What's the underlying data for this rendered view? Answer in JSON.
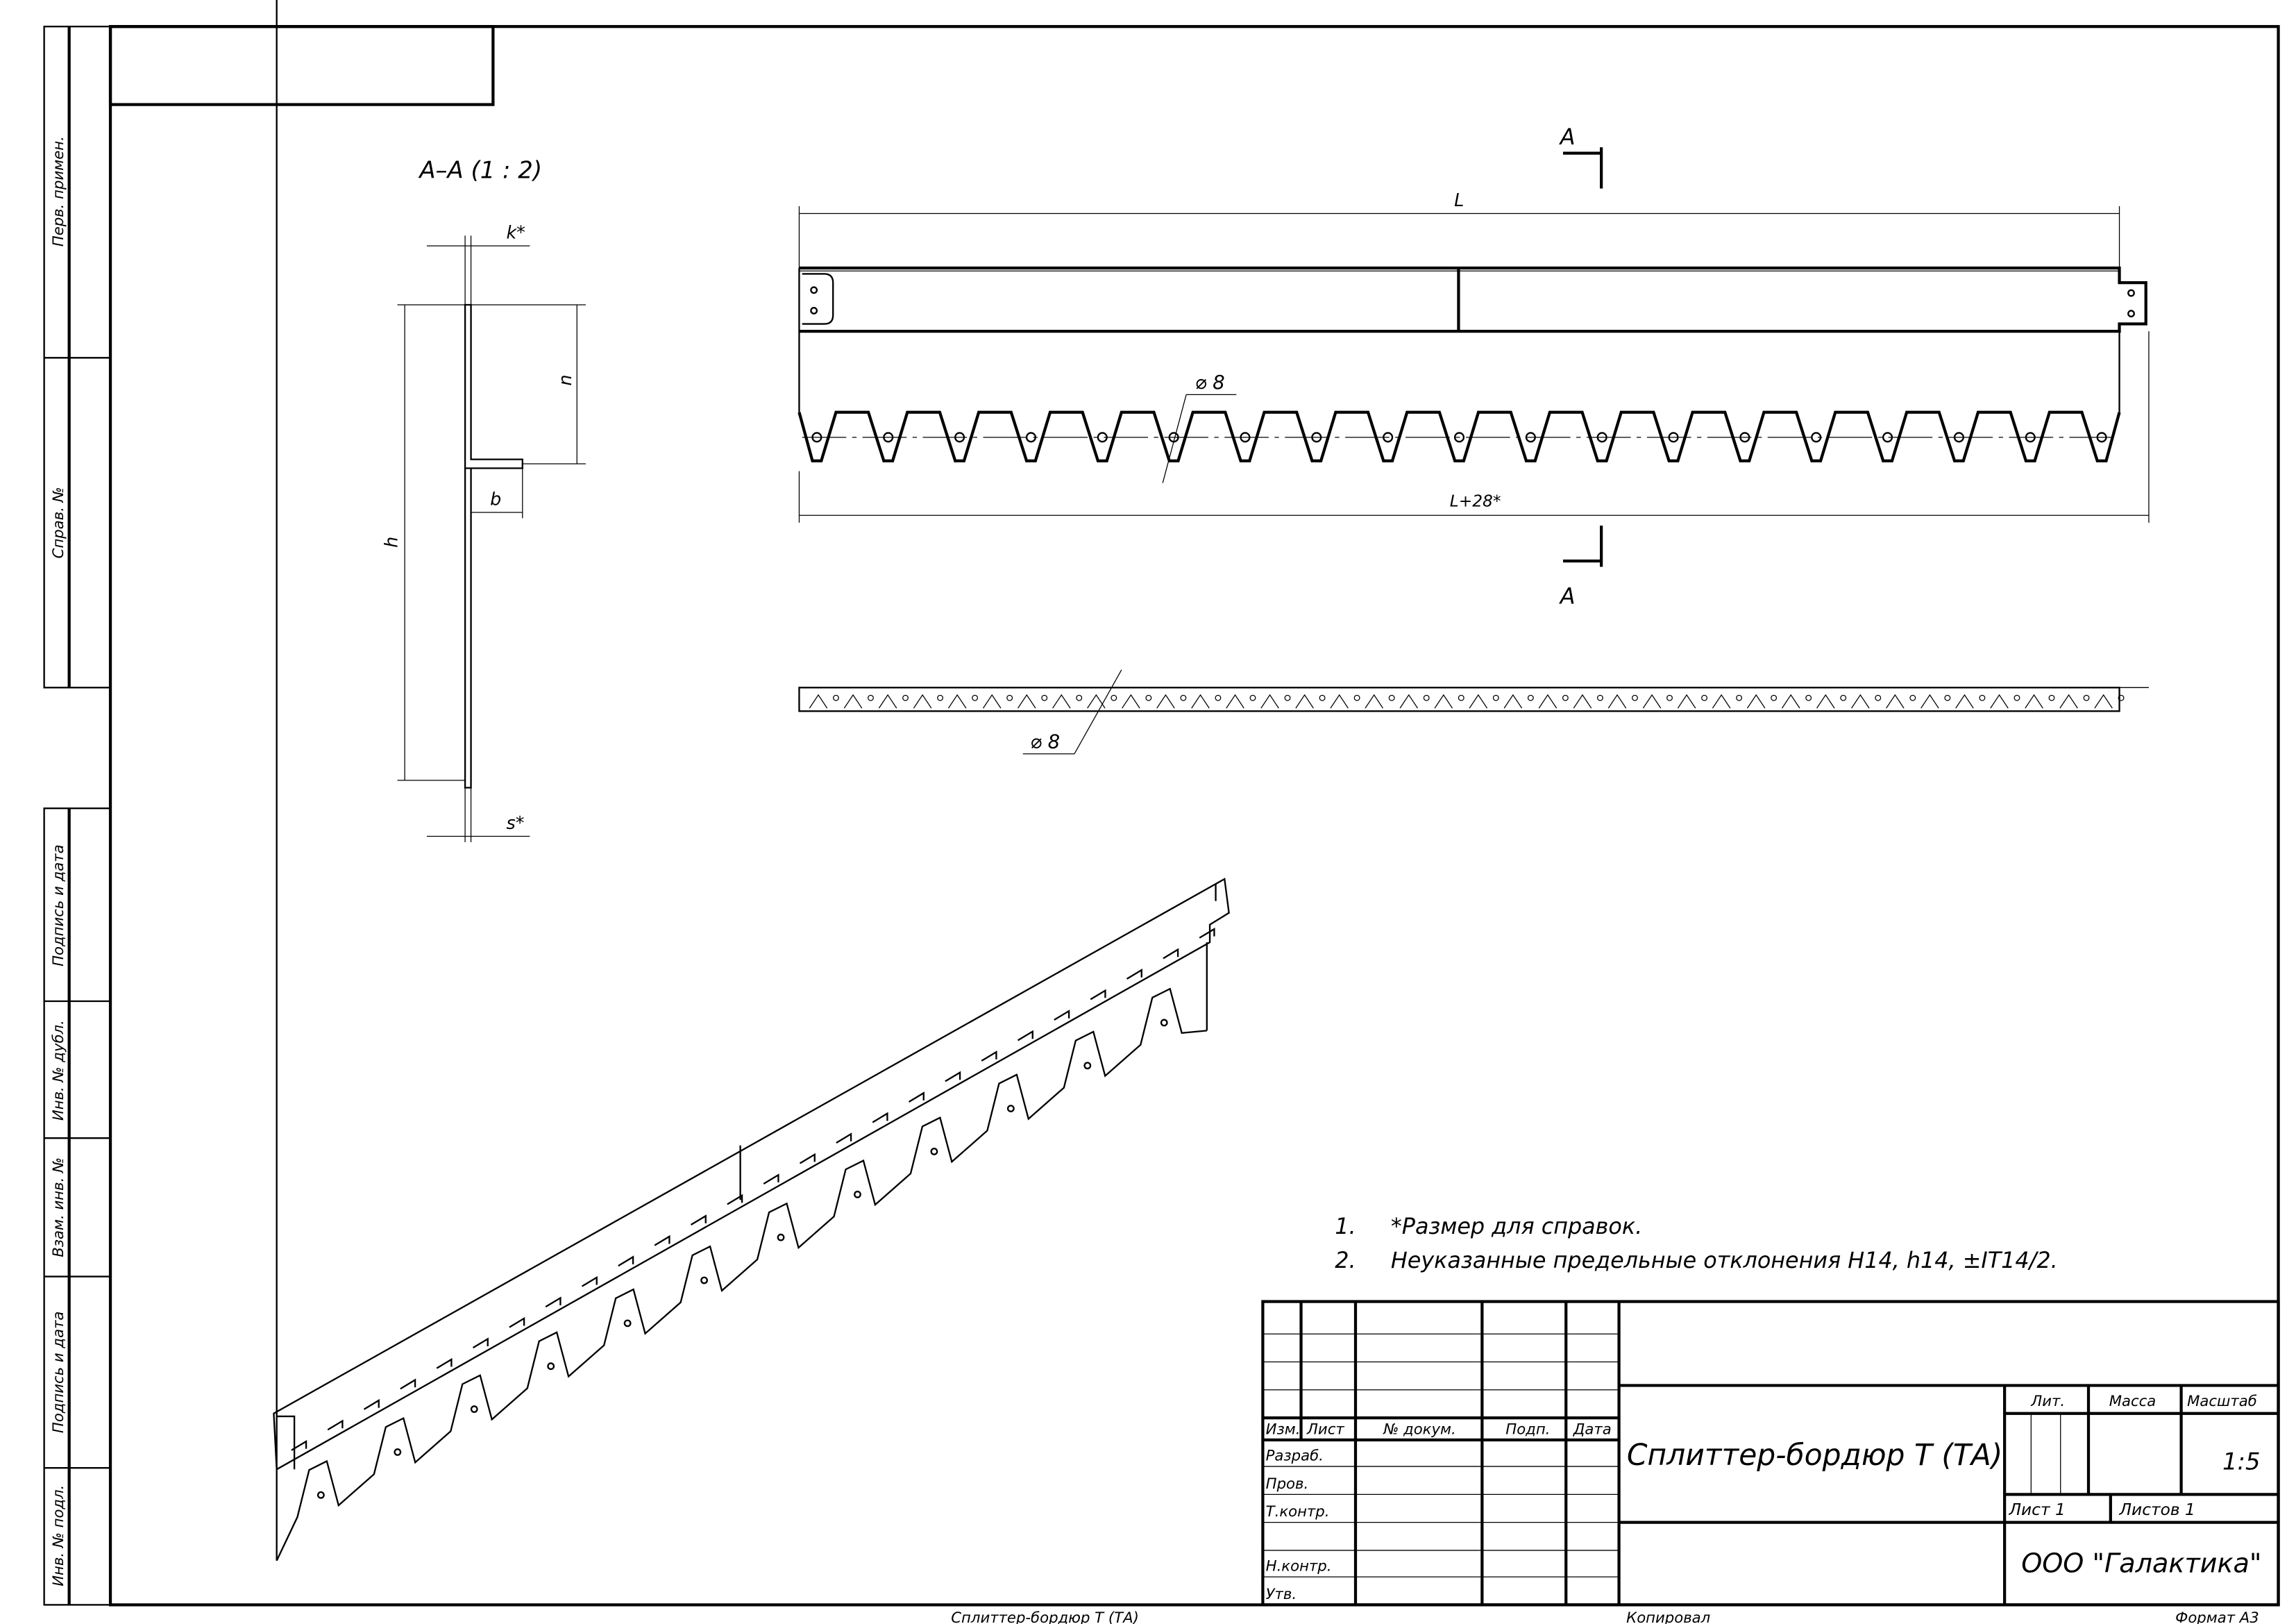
{
  "side_stamp": {
    "cells": [
      "Перв. примен.",
      "Справ. №",
      "Подпись и дата",
      "Инв. № дубл.",
      "Взам. инв. №",
      "Подпись и дата",
      "Инв. № подл."
    ]
  },
  "section_view": {
    "title": "A–A (1 : 2)",
    "dims": {
      "k": "k*",
      "n": "n",
      "b": "b",
      "h": "h",
      "s": "s*"
    }
  },
  "front_view": {
    "dim_length": "L",
    "dim_total": "L+28*",
    "hole_label": "⌀ 8",
    "section_mark": "A",
    "hole_count": 19
  },
  "bottom_view": {
    "hole_label": "⌀ 8"
  },
  "notes": [
    {
      "num": "1.",
      "text": "*Размер для справок."
    },
    {
      "num": "2.",
      "text": "Неуказанные предельные отклонения H14, h14, ±IT14/2."
    }
  ],
  "title_block": {
    "headers": [
      "Изм.",
      "Лист",
      "№ докум.",
      "Подп.",
      "Дата"
    ],
    "roles": [
      "Разраб.",
      "Пров.",
      "Т.контр.",
      "Н.контр.",
      "Утв."
    ],
    "title": "Сплиттер-бордюр Т (ТА)",
    "lit_label": "Лит.",
    "mass_label": "Масса",
    "scale_label": "Масштаб",
    "scale_value": "1:5",
    "sheet": "Лист 1",
    "sheets": "Листов 1",
    "company": "ООО \"Галактика\""
  },
  "footer": {
    "doc_name": "Сплиттер-бордюр Т (ТА)",
    "copied": "Копировал",
    "format": "Формат А3"
  }
}
